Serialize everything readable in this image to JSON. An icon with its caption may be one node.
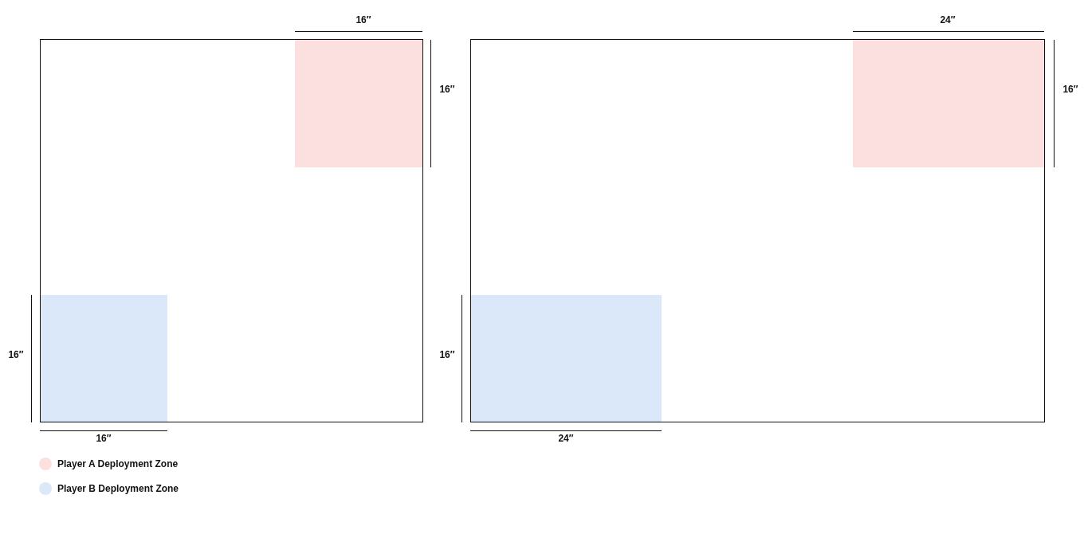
{
  "diagram": {
    "labels": [
      "16″",
      "24″",
      "16″",
      "16″",
      "16″",
      "16″",
      "16″",
      "24″"
    ],
    "legend": [
      {
        "text": "Player A Deployment Zone",
        "color": "#fce0e0"
      },
      {
        "text": "Player B Deployment Zone",
        "color": "#dae8f9"
      }
    ]
  }
}
